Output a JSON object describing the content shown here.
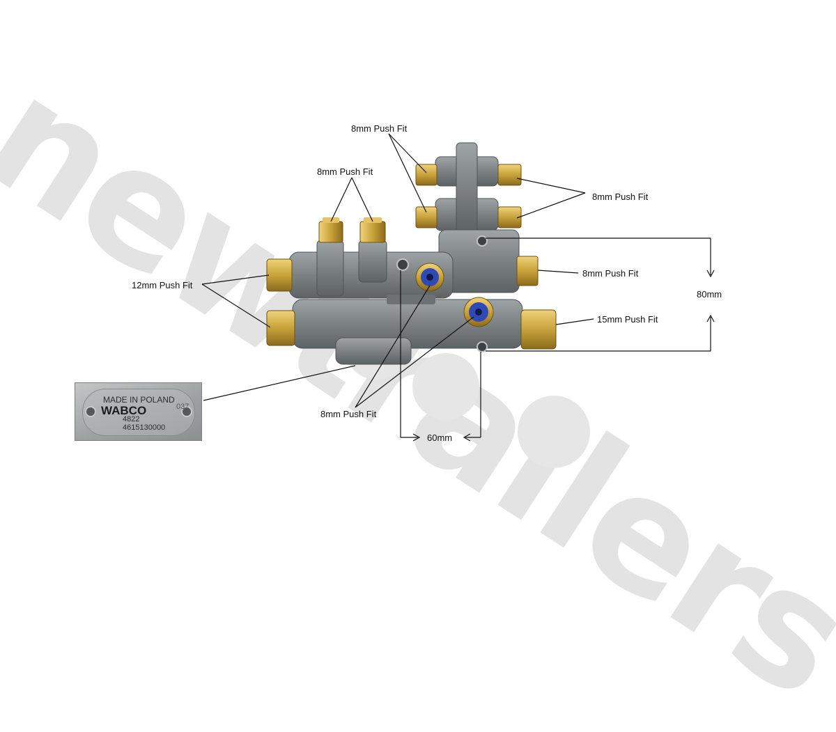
{
  "watermark": {
    "text": "newtrailers"
  },
  "labels": {
    "top_center": "8mm Push Fit",
    "upper_left": "8mm Push Fit",
    "upper_right": "8mm Push Fit",
    "left": "12mm Push Fit",
    "right_mid": "8mm Push Fit",
    "right_lower": "15mm Push Fit",
    "bottom": "8mm Push Fit",
    "height_dim": "80mm",
    "width_dim": "60mm"
  },
  "plate": {
    "made_in": "MADE IN POLAND",
    "brand": "WABCO",
    "code1": "4822",
    "code2": "4615130000",
    "side_num": "037"
  },
  "colors": {
    "body": "#7f8486",
    "brass": "#c8a23a",
    "port_blue": "#2f49b5",
    "watermark": "#e3e3e3"
  }
}
